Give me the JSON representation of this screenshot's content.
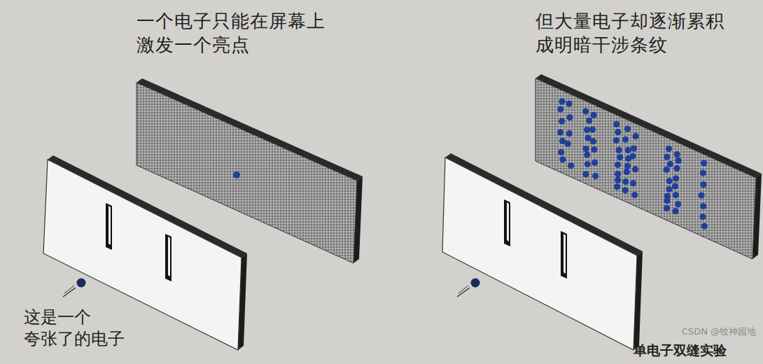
{
  "diagram": {
    "caption": "单电子双缝实验",
    "labels": [
      "一个电子只能在屏幕上 激发一个亮点",
      "但大量电子却逐渐累积 成明暗干涉条纹",
      "这是一个 夸张了的电子",
      "CSDN @牧神园地"
    ]
  }
}
